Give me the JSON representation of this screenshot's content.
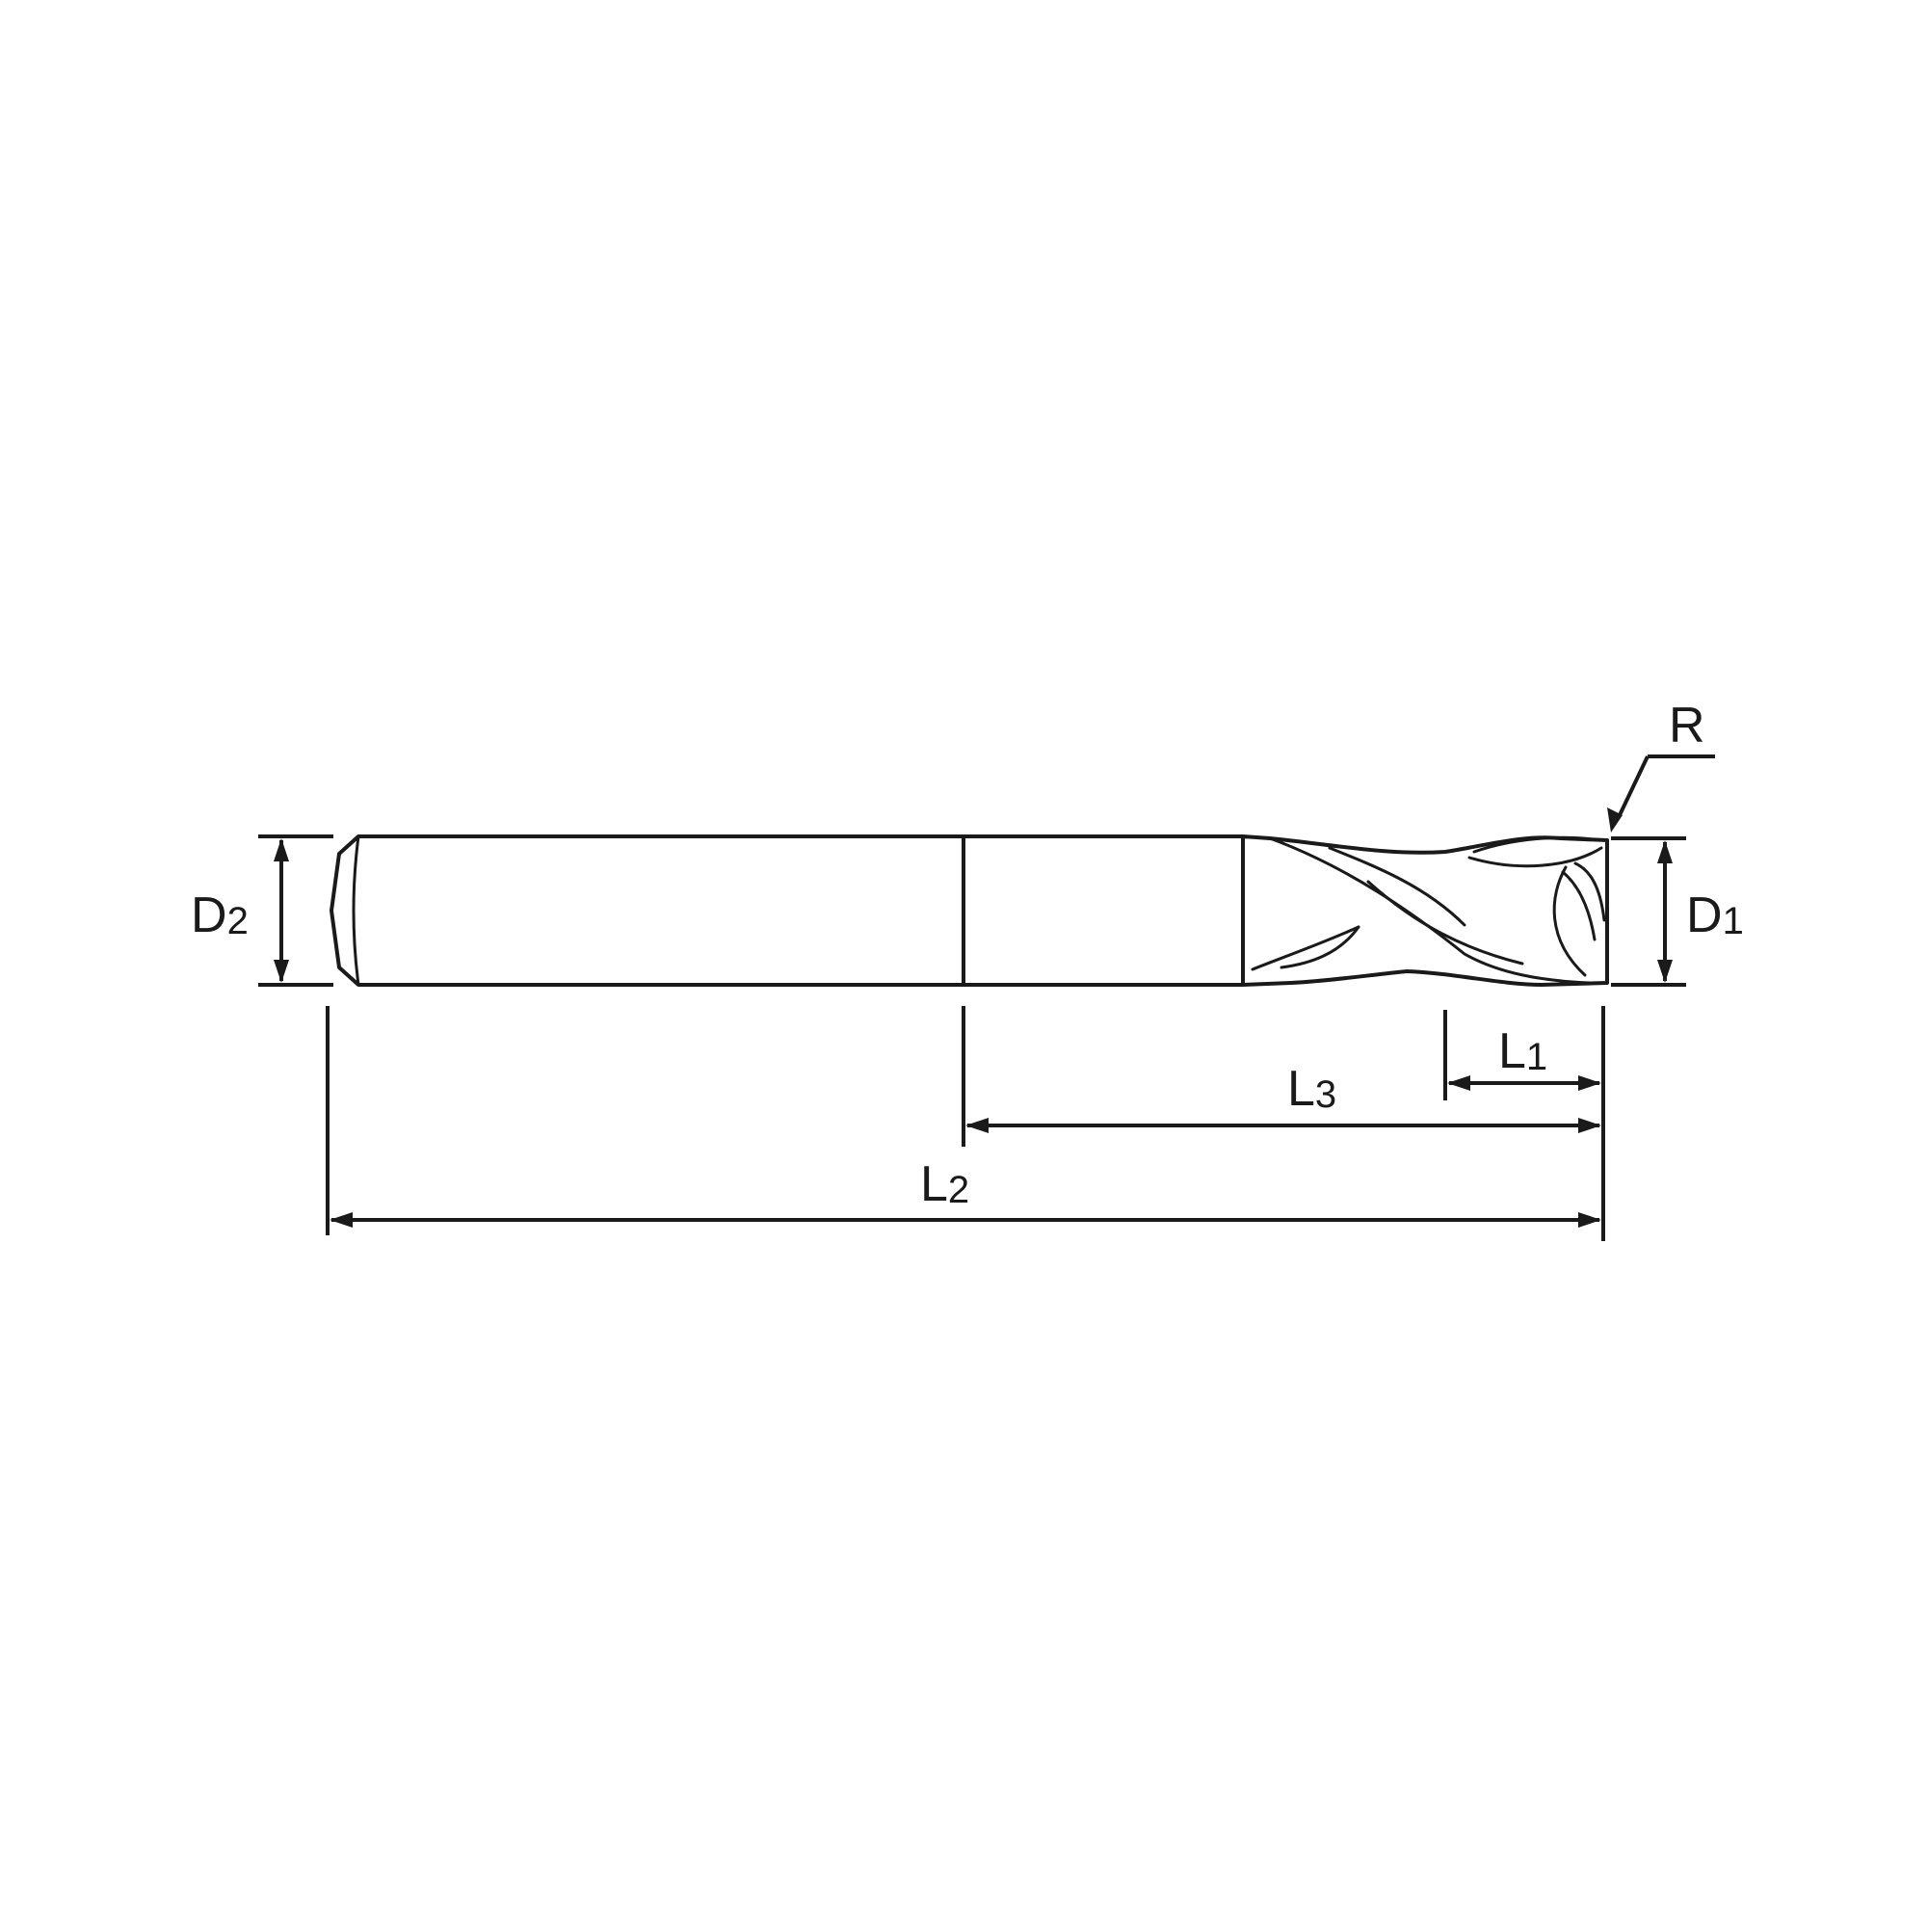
{
  "diagram": {
    "subject": "end-mill",
    "colors": {
      "line": "#1a1a1a",
      "background": "#ffffff",
      "metal_light": "#f2f2f2",
      "metal_dark": "#9a9a9a"
    },
    "labels": {
      "d2": {
        "main": "D",
        "sub": "2"
      },
      "d1": {
        "main": "D",
        "sub": "1"
      },
      "r": {
        "main": "R"
      },
      "l1": {
        "main": "L",
        "sub": "1"
      },
      "l3": {
        "main": "L",
        "sub": "3"
      },
      "l2": {
        "main": "L",
        "sub": "2"
      }
    }
  }
}
